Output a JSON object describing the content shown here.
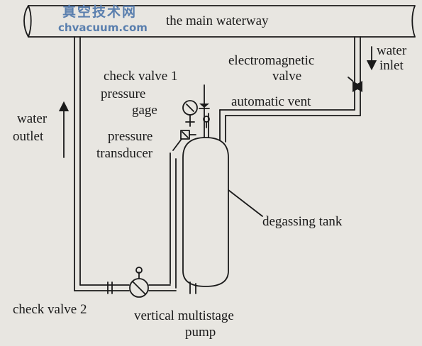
{
  "watermark": {
    "cn": "真空技术网",
    "url": "chvacuum.com"
  },
  "labels": {
    "main_waterway": "the main waterway",
    "water_inlet_1": "water",
    "water_inlet_2": "inlet",
    "electromagnetic_valve_1": "electromagnetic",
    "electromagnetic_valve_2": "valve",
    "check_valve_1": "check valve 1",
    "pressure_gage_1": "pressure",
    "pressure_gage_2": "gage",
    "automatic_vent": "automatic vent",
    "water_outlet_1": "water",
    "water_outlet_2": "outlet",
    "pressure_transducer_1": "pressure",
    "pressure_transducer_2": "transducer",
    "degassing_tank": "degassing tank",
    "check_valve_2": "check valve 2",
    "vertical_pump_1": "vertical multistage",
    "vertical_pump_2": "pump"
  }
}
